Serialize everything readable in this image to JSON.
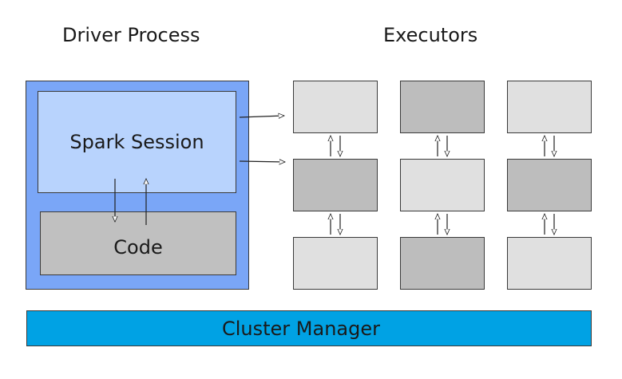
{
  "driver": {
    "title": "Driver Process",
    "session_label": "Spark Session",
    "code_label": "Code"
  },
  "executors": {
    "title": "Executors",
    "colors": {
      "light": "#e0e0e0",
      "dark": "#bdbdbd"
    },
    "grid": [
      [
        "light",
        "dark",
        "light"
      ],
      [
        "dark",
        "light",
        "dark"
      ],
      [
        "light",
        "dark",
        "light"
      ]
    ]
  },
  "cluster_manager": {
    "label": "Cluster Manager",
    "color": "#00a2e4"
  }
}
